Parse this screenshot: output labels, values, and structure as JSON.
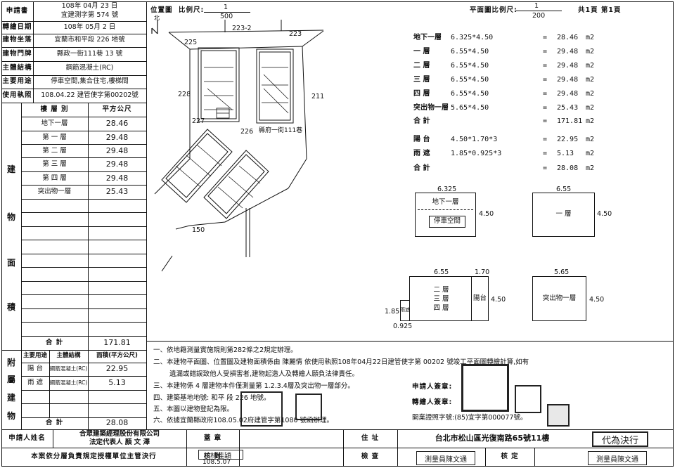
{
  "left": {
    "rows": [
      {
        "label": "申請書",
        "value_line1": "108年 04月 23 日",
        "value_line2": "宜建測字第 574 號"
      },
      {
        "label": "轉繪日期",
        "value": "108年 05月 2 日"
      },
      {
        "label": "建物坐落",
        "value": "宜蘭市和平段 226 地號"
      },
      {
        "label": "建物門牌",
        "value": "縣政一街111巷 13 號"
      },
      {
        "label": "主體結構",
        "value": "鋼筋混凝土(RC)"
      },
      {
        "label": "主要用途",
        "value": "停車空間,集合住宅,樓梯間"
      },
      {
        "label": "使用執照",
        "value": "108.04.22 建管使字第00202號"
      }
    ],
    "area_side_chars": [
      "建",
      "物",
      "面",
      "積"
    ],
    "area_header": {
      "floor": "樓 層 別",
      "area": "平方公尺"
    },
    "floors": [
      {
        "name": "地下一層",
        "area": "28.46"
      },
      {
        "name": "第 一 層",
        "area": "29.48"
      },
      {
        "name": "第 二 層",
        "area": "29.48"
      },
      {
        "name": "第 三 層",
        "area": "29.48"
      },
      {
        "name": "第 四 層",
        "area": "29.48"
      },
      {
        "name": "突出物一層",
        "area": "25.43"
      }
    ],
    "area_total_label": "合 計",
    "area_total": "171.81",
    "annex_side_chars": [
      "附",
      "屬",
      "建",
      "物"
    ],
    "annex_header": {
      "use": "主要用途",
      "struct": "主體結構",
      "area": "面積(平方公尺)"
    },
    "annex": [
      {
        "use": "陽 台",
        "struct": "鋼筋混凝土(RC)",
        "area": "22.95"
      },
      {
        "use": "雨 遮",
        "struct": "鋼筋混凝土(RC)",
        "area": "5.13"
      }
    ],
    "annex_total_label": "合 計",
    "annex_total": "28.08"
  },
  "site": {
    "label": "位置圖",
    "scale_label": "比例尺:",
    "scale_num": "1",
    "scale_den": "500",
    "north": "北",
    "lots": [
      "225",
      "223-2",
      "223",
      "228",
      "211",
      "227",
      "226",
      "150"
    ],
    "road": "縣府一街111巷"
  },
  "plan": {
    "scale_label": "平面圖比例尺:",
    "scale_num": "1",
    "scale_den": "200",
    "pages": "共1頁 第1頁",
    "calc": [
      {
        "name": "地下一層",
        "formula": "6.325*4.50",
        "eq": "=",
        "result": "28.46",
        "unit": "m2"
      },
      {
        "name": "一 層",
        "formula": "6.55*4.50",
        "eq": "=",
        "result": "29.48",
        "unit": "m2"
      },
      {
        "name": "二 層",
        "formula": "6.55*4.50",
        "eq": "=",
        "result": "29.48",
        "unit": "m2"
      },
      {
        "name": "三 層",
        "formula": "6.55*4.50",
        "eq": "=",
        "result": "29.48",
        "unit": "m2"
      },
      {
        "name": "四 層",
        "formula": "6.55*4.50",
        "eq": "=",
        "result": "29.48",
        "unit": "m2"
      },
      {
        "name": "突出物一層",
        "formula": "5.65*4.50",
        "eq": "=",
        "result": "25.43",
        "unit": "m2"
      },
      {
        "name": "合 計",
        "formula": "",
        "eq": "=",
        "result": "171.81",
        "unit": "m2"
      },
      {
        "name": "陽 台",
        "formula": "4.50*1.70*3",
        "eq": "=",
        "result": "22.95",
        "unit": "m2"
      },
      {
        "name": "雨 遮",
        "formula": "1.85*0.925*3",
        "eq": "=",
        "result": "5.13",
        "unit": "m2"
      },
      {
        "name": "合 計",
        "formula": "",
        "eq": "=",
        "result": "28.08",
        "unit": "m2"
      }
    ],
    "shapes": {
      "b1": {
        "top": "6.325",
        "right": "4.50",
        "l1": "地下一層",
        "l2": "停車空間"
      },
      "f1": {
        "top": "6.55",
        "right": "4.50",
        "label": "一 層"
      },
      "f24": {
        "top": "6.55",
        "top2": "1.70",
        "right": "4.50",
        "l1": "二 層",
        "l2": "三 層",
        "l3": "四 層",
        "balcony": "陽台",
        "canopy": "雨遮",
        "left": "1.85",
        "bottom": "0.925"
      },
      "roof": {
        "top": "5.65",
        "right": "4.50",
        "label": "突出物一層"
      }
    }
  },
  "notes": [
    "一、依地籍測量實施規則第282條之2規定辦理。",
    "二、本建物平面圖、位置圖及建物面積係由 陳麗情 依使用執照108年04月22日建管使字第 00202 號竣工平面圖轉繪計算,如有",
    "遺漏或錯誤致他人受損害者,建物起造人及轉繪人願負法律責任。",
    "三、本建物係 4 層建物本件僅測量第 1.2.3.4層及突出物一層部分。",
    "四、建築基地地號: 和平 段 226 地號。",
    "五、本圖以建物登記為限。",
    "六、依據宜蘭縣政府108.05.02府建管字第1080 號函辦理。"
  ],
  "signers": {
    "applicant_sign": "申請人簽章:",
    "drafter_sign": "轉繪人簽章:",
    "license": "開業證照字號:(85)宜字第000077號。"
  },
  "footer": {
    "applicant_label": "申請人姓名",
    "applicant_line1": "合眾建築經理股份有限公司",
    "applicant_line2": "法定代表人 顏 文 澤",
    "seal_label": "蓋 章",
    "address_label": "住 址",
    "address": "台北市松山區光復南路65號11樓",
    "duty_label": "本案依分層負責規定授權單位主管決行",
    "check_label": "核 對",
    "check_stamp": "林佳穎",
    "check_date": "108.5.07",
    "inspect_label": "檢 查",
    "inspect_stamp": "測量員陳文通",
    "verify_label": "核 定",
    "verify_stamp": "測量員陳文通",
    "proxy_stamp": "代為決行"
  }
}
